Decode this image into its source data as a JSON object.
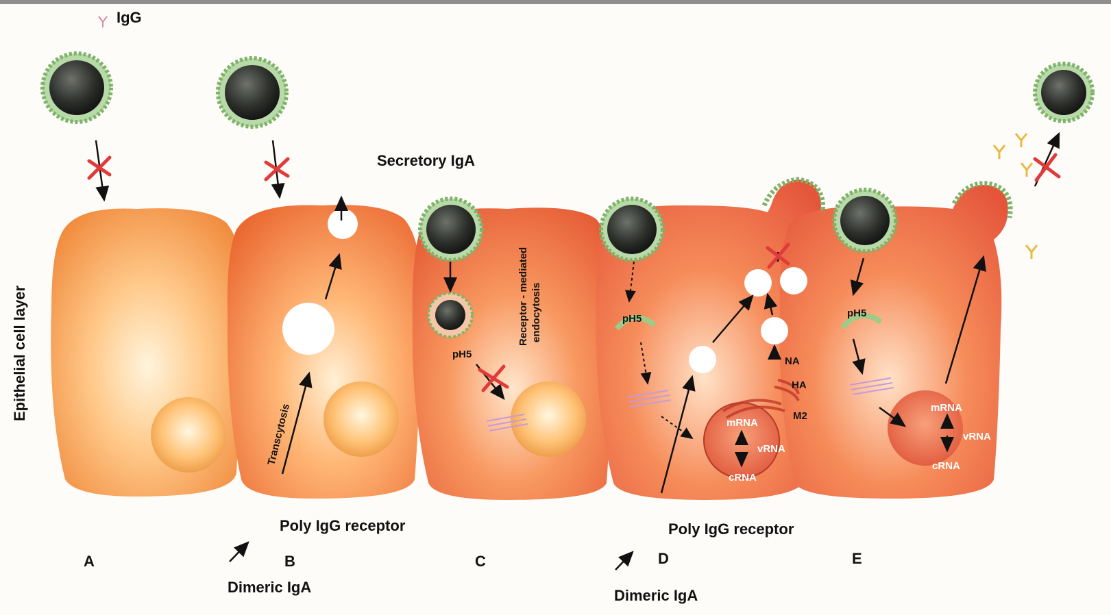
{
  "side_label": "Epithelial cell layer",
  "labels": {
    "igg": "IgG",
    "secretory_iga": "Secretory IgA",
    "transcytosis": "Transcytosis",
    "receptor_endocytosis_1": "Receptor - mediated",
    "receptor_endocytosis_2": "endocytosis",
    "poly_igg_receptor_b": "Poly IgG receptor",
    "poly_igg_receptor_d": "Poly IgG receptor",
    "dimeric_iga_b": "Dimeric IgA",
    "dimeric_iga_d": "Dimeric IgA",
    "ph5_c": "pH5",
    "ph5_d": "pH5",
    "ph5_e": "pH5",
    "na": "NA",
    "ha": "HA",
    "m2": "M2",
    "mrna_d": "mRNA",
    "vrna_d": "vRNA",
    "crna_d": "cRNA",
    "mrna_e": "mRNA",
    "vrna_e": "vRNA",
    "crna_e": "cRNA"
  },
  "panels": [
    "A",
    "B",
    "C",
    "D",
    "E"
  ],
  "colors": {
    "cell_light": "#ffd9a0",
    "cell_mid": "#f5914a",
    "cell_dark": "#e8583a",
    "virus_core": "#2c2f2a",
    "spike_green": "#8fbf6a",
    "block_red": "#e03a3a"
  }
}
